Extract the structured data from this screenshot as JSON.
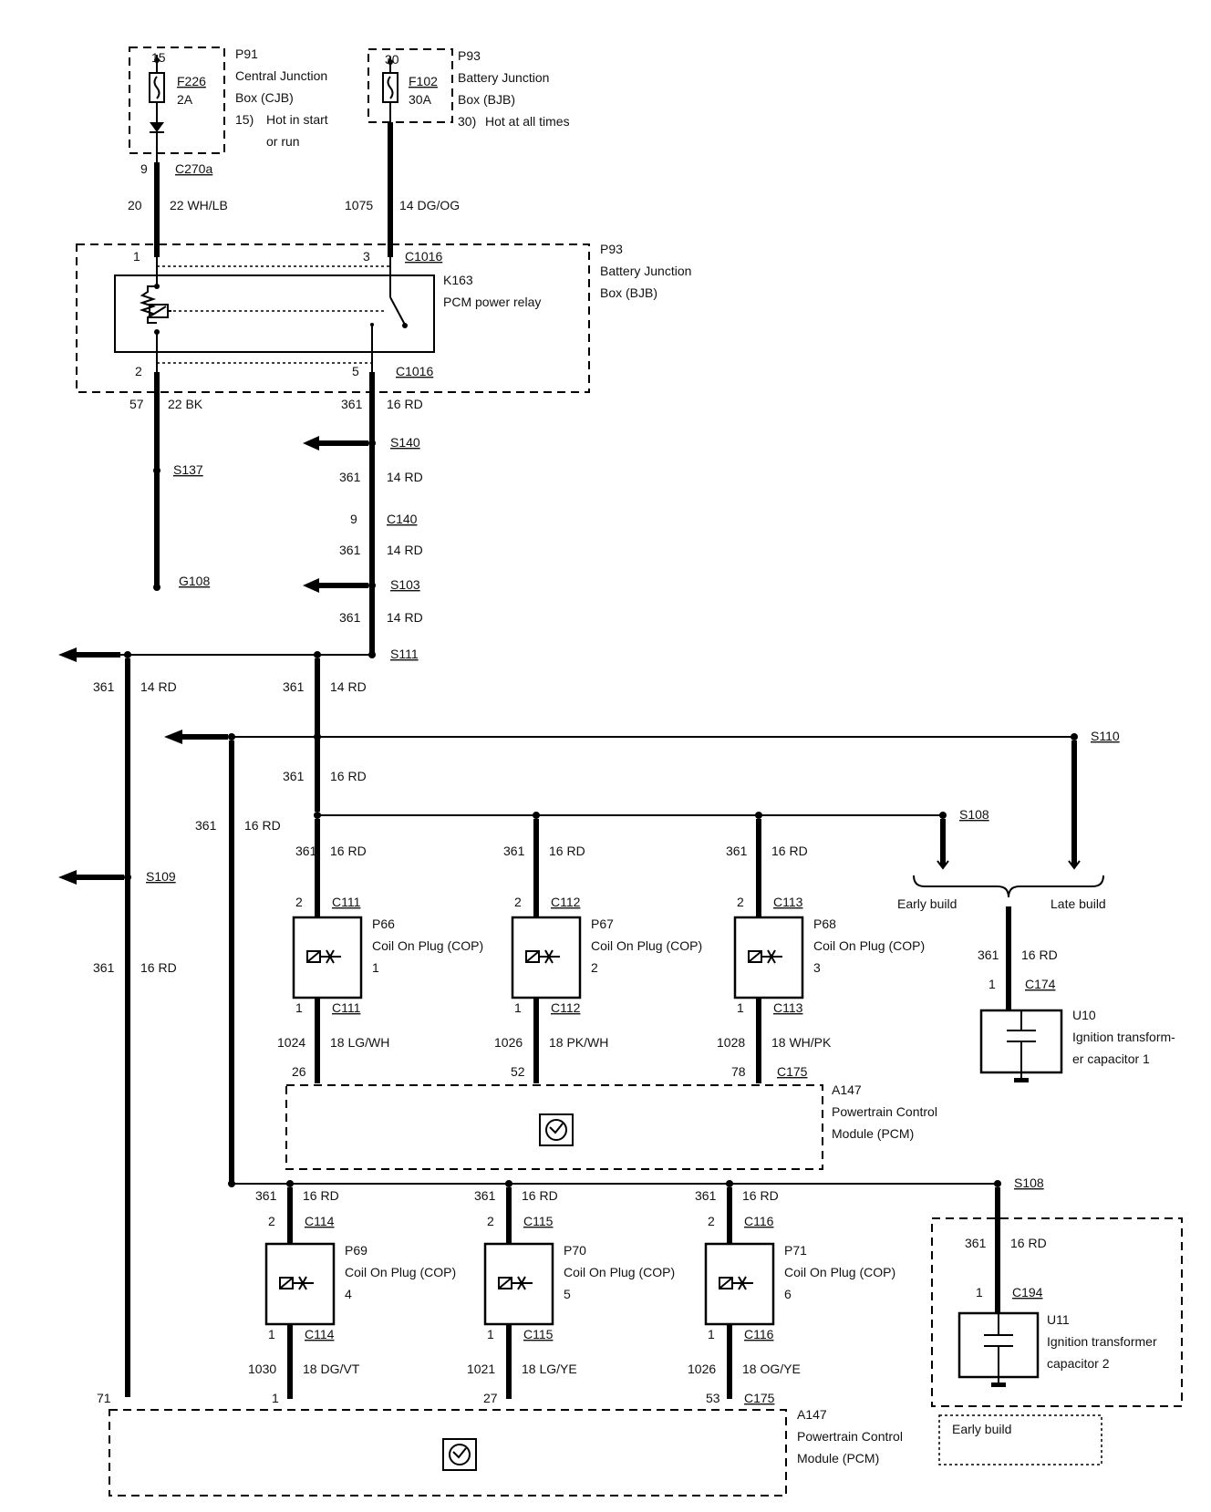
{
  "title": "",
  "components": {
    "p91": {
      "ref": "P91",
      "name1": "Central Junction",
      "name2": "Box (CJB)",
      "note_num": "15)",
      "note1": "Hot in start",
      "note2": "or run",
      "pin": "15",
      "fuse": "F226",
      "rating": "2A"
    },
    "p93_top": {
      "ref": "P93",
      "name1": "Battery Junction",
      "name2": "Box (BJB)",
      "note_num": "30)",
      "note1": "Hot at all times",
      "pin": "30",
      "fuse": "F102",
      "rating": "30A"
    },
    "p93_box": {
      "ref": "P93",
      "name1": "Battery Junction",
      "name2": "Box (BJB)"
    },
    "k163": {
      "ref": "K163",
      "name": "PCM power relay"
    },
    "p66": {
      "ref": "P66",
      "name": "Coil On Plug (COP)",
      "num": "1"
    },
    "p67": {
      "ref": "P67",
      "name": "Coil On Plug (COP)",
      "num": "2"
    },
    "p68": {
      "ref": "P68",
      "name": "Coil On Plug (COP)",
      "num": "3"
    },
    "p69": {
      "ref": "P69",
      "name": "Coil On Plug (COP)",
      "num": "4"
    },
    "p70": {
      "ref": "P70",
      "name": "Coil On Plug (COP)",
      "num": "5"
    },
    "p71": {
      "ref": "P71",
      "name": "Coil On Plug (COP)",
      "num": "6"
    },
    "pcm1": {
      "ref": "A147",
      "name1": "Powertrain Control",
      "name2": "Module (PCM)"
    },
    "pcm2": {
      "ref": "A147",
      "name1": "Powertrain Control",
      "name2": "Module (PCM)"
    },
    "u10": {
      "ref": "U10",
      "name1": "Ignition transform-",
      "name2": "er capacitor 1"
    },
    "u11": {
      "ref": "U11",
      "name1": "Ignition transformer",
      "name2": "capacitor 2"
    }
  },
  "build": {
    "early": "Early build",
    "late": "Late build",
    "early_box": "Early build"
  },
  "connectors": {
    "c270a": "C270a",
    "c1016a": "C1016",
    "c1016b": "C1016",
    "c140": "C140",
    "c111a": "C111",
    "c111b": "C111",
    "c112a": "C112",
    "c112b": "C112",
    "c113a": "C113",
    "c113b": "C113",
    "c174": "C174",
    "c175a": "C175",
    "c114a": "C114",
    "c114b": "C114",
    "c115a": "C115",
    "c115b": "C115",
    "c116a": "C116",
    "c116b": "C116",
    "c194": "C194",
    "c175b": "C175"
  },
  "splices": {
    "s140": "S140",
    "s137": "S137",
    "s103": "S103",
    "s111": "S111",
    "s110": "S110",
    "s108a": "S108",
    "s109": "S109",
    "s108b": "S108"
  },
  "grounds": {
    "g108": "G108"
  },
  "pins": {
    "c270a": "9",
    "c1016_1": "1",
    "c1016_3": "3",
    "c1016_2": "2",
    "c1016_5": "5",
    "c140": "9",
    "c111_2": "2",
    "c111_1": "1",
    "c112_2": "2",
    "c112_1": "1",
    "c113_2": "2",
    "c113_1": "1",
    "c174": "1",
    "c175_26": "26",
    "c175_52": "52",
    "c175_78": "78",
    "c114_2": "2",
    "c114_1": "1",
    "c115_2": "2",
    "c115_1": "1",
    "c116_2": "2",
    "c116_1": "1",
    "c194": "1",
    "c175_71": "71",
    "c175_1": "1",
    "c175_27": "27",
    "c175_53": "53"
  },
  "wires": {
    "w1": {
      "circuit": "20",
      "spec": "22 WH/LB"
    },
    "w2": {
      "circuit": "1075",
      "spec": "14 DG/OG"
    },
    "w3": {
      "circuit": "57",
      "spec": "22 BK"
    },
    "w4": {
      "circuit": "361",
      "spec": "16 RD"
    },
    "w5": {
      "circuit": "361",
      "spec": "14 RD"
    },
    "w6": {
      "circuit": "361",
      "spec": "14 RD"
    },
    "w7": {
      "circuit": "361",
      "spec": "14 RD"
    },
    "w8": {
      "circuit": "361",
      "spec": "14 RD"
    },
    "w9": {
      "circuit": "361",
      "spec": "14 RD"
    },
    "w10": {
      "circuit": "361",
      "spec": "16 RD"
    },
    "w11": {
      "circuit": "361",
      "spec": "16 RD"
    },
    "w12": {
      "circuit": "361",
      "spec": "16 RD"
    },
    "w13": {
      "circuit": "361",
      "spec": "16 RD"
    },
    "w14": {
      "circuit": "361",
      "spec": "16 RD"
    },
    "w15": {
      "circuit": "361",
      "spec": "16 RD"
    },
    "w16": {
      "circuit": "361",
      "spec": "16 RD"
    },
    "w17": {
      "circuit": "1024",
      "spec": "18 LG/WH"
    },
    "w18": {
      "circuit": "1026",
      "spec": "18 PK/WH"
    },
    "w19": {
      "circuit": "1028",
      "spec": "18 WH/PK"
    },
    "w20": {
      "circuit": "361",
      "spec": "16 RD"
    },
    "w21": {
      "circuit": "361",
      "spec": "16 RD"
    },
    "w22": {
      "circuit": "361",
      "spec": "16 RD"
    },
    "w23": {
      "circuit": "361",
      "spec": "16 RD"
    },
    "w24": {
      "circuit": "1030",
      "spec": "18 DG/VT"
    },
    "w25": {
      "circuit": "1021",
      "spec": "18 LG/YE"
    },
    "w26": {
      "circuit": "1026",
      "spec": "18 OG/YE"
    }
  }
}
